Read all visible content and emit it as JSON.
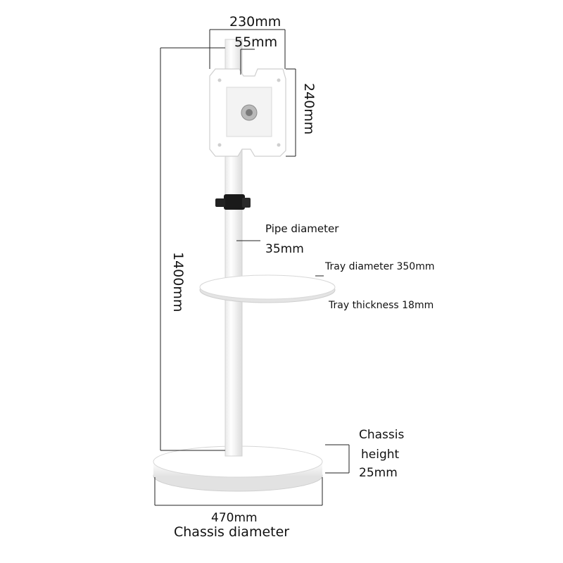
{
  "dimensions": {
    "mount_width": "230mm",
    "mount_center": "55mm",
    "mount_height": "240mm",
    "total_height": "1400mm",
    "pipe_label": "Pipe diameter",
    "pipe_value": "35mm",
    "tray_diameter": "Tray diameter 350mm",
    "tray_thickness": "Tray thickness 18mm",
    "chassis_line1": "Chassis",
    "chassis_line2": "height",
    "chassis_line3": "25mm",
    "chassis_diameter_value": "470mm",
    "chassis_diameter_label": "Chassis diameter"
  },
  "colors": {
    "product": "#ffffff",
    "outline": "#cfcfcf",
    "shadow": "#e6e6e6",
    "line": "#222222",
    "clamp": "#1a1a1a"
  }
}
